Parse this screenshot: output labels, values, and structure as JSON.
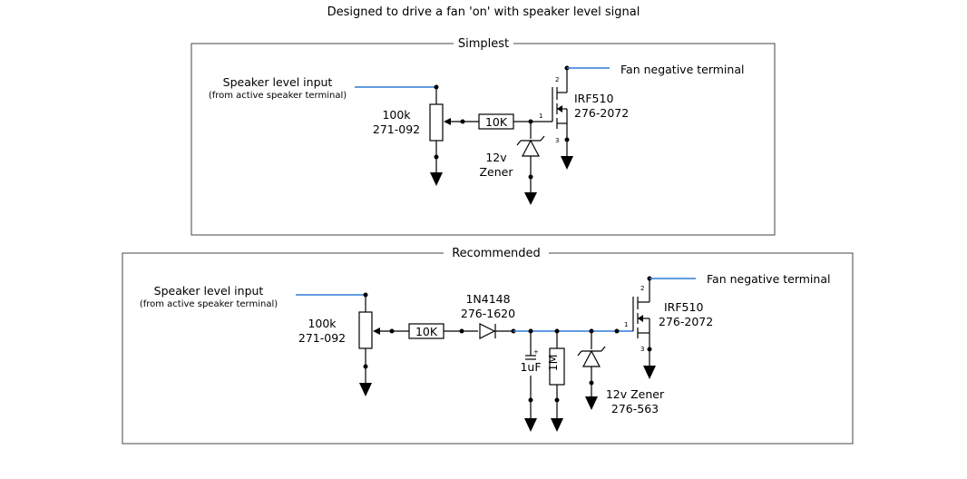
{
  "title": "Designed to drive a fan 'on' with speaker level signal",
  "colors": {
    "signal_line": "#2f7ad9",
    "frame": "#444444"
  },
  "simplest": {
    "label": "Simplest",
    "input_label": "Speaker level input",
    "input_note": "(from active  speaker terminal)",
    "pot_value": "100k",
    "pot_part": "271-092",
    "resistor": "10K",
    "zener_value": "12v",
    "zener_word": "Zener",
    "mosfet_name": "IRF510",
    "mosfet_part": "276-2072",
    "fan_label": "Fan negative terminal",
    "pin1": "1",
    "pin2": "2",
    "pin3": "3"
  },
  "recommended": {
    "label": "Recommended",
    "input_label": "Speaker level input",
    "input_note": "(from active  speaker terminal)",
    "pot_value": "100k",
    "pot_part": "271-092",
    "resistor": "10K",
    "diode_name": "1N4148",
    "diode_part": "276-1620",
    "cap_value": "1uF",
    "cap_plus": "+",
    "res2_value": "1M",
    "zener_label": "12v Zener",
    "zener_part": "276-563",
    "mosfet_name": "IRF510",
    "mosfet_part": "276-2072",
    "fan_label": "Fan negative terminal",
    "pin1": "1",
    "pin2": "2",
    "pin3": "3"
  }
}
